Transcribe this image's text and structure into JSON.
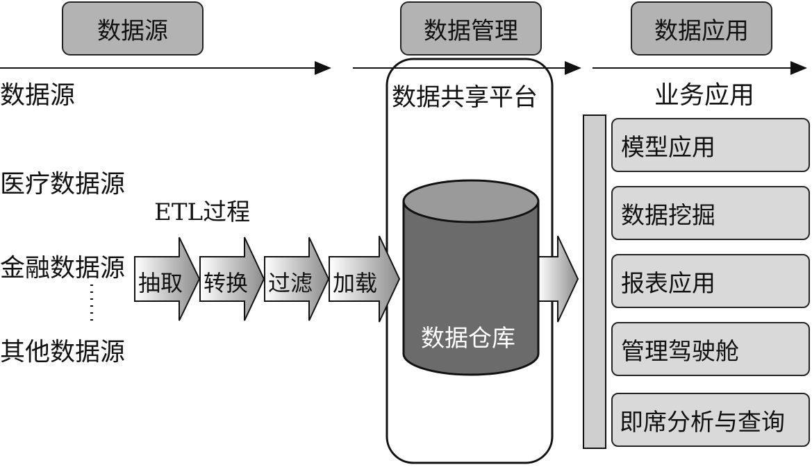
{
  "headers": [
    "数据源",
    "数据管理",
    "数据应用"
  ],
  "source_section_title": "数据源",
  "sources": [
    "医疗数据源",
    "金融数据源",
    "其他数据源"
  ],
  "etl_title": "ETL过程",
  "etl_steps": [
    "抽取",
    "转换",
    "过滤",
    "加载"
  ],
  "platform_title": "数据共享平台",
  "warehouse_label": "数据仓库",
  "apps_title": "业务应用",
  "apps": [
    "模型应用",
    "数据挖掘",
    "报表应用",
    "管理驾驶舱",
    "即席分析与查询"
  ],
  "colors": {
    "header_fill": "#b3b3b3",
    "app_fill": "#d9d9d9",
    "cylinder_fill": "#6b6b6b",
    "cylinder_top": "#9a9a9a"
  }
}
